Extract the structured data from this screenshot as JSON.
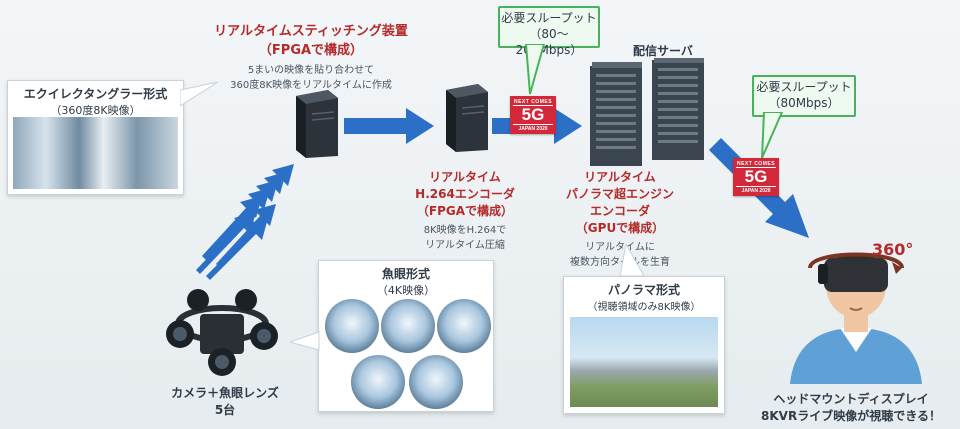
{
  "stitching": {
    "title": "リアルタイムスティッチング装置",
    "subtitle": "（FPGAで構成）",
    "desc1": "5まいの映像を貼り合わせて",
    "desc2": "360度8K映像をリアルタイムに作成"
  },
  "equirect": {
    "title": "エクイレクタングラー形式",
    "sub": "（360度8K映像）"
  },
  "throughput1": {
    "label": "必要スループット",
    "value": "（80～200Mbps）"
  },
  "server_label": "配信サーバ",
  "throughput2": {
    "label": "必要スループット",
    "value": "（80Mbps）"
  },
  "encoder_h264": {
    "l1": "リアルタイム",
    "l2": "H.264エンコーダ",
    "l3": "（FPGAで構成）",
    "d1": "8K映像をH.264で",
    "d2": "リアルタイム圧縮"
  },
  "encoder_pano": {
    "l1": "リアルタイム",
    "l2": "パノラマ超エンジン",
    "l3": "エンコーダ",
    "l4": "（GPUで構成）",
    "d1": "リアルタイムに",
    "d2": "複数方向タイルを生育"
  },
  "fisheye": {
    "title": "魚眼形式",
    "sub": "（4K映像）"
  },
  "panorama": {
    "title": "パノラマ形式",
    "sub": "（視聴領域のみ8K映像）"
  },
  "camera": {
    "l1": "カメラ＋魚眼レンズ",
    "l2": "5台"
  },
  "hmd": {
    "l1": "ヘッドマウントディスプレイ",
    "l2": "8KVRライブ映像が視聴できる！"
  },
  "rotation": "360°",
  "badge": {
    "top": "NEXT COMES",
    "main": "5G",
    "bottom": "JAPAN 2020"
  },
  "colors": {
    "arrow": "#2b6fc7",
    "title_red": "#b52a2a",
    "bubble_green": "#49b35b",
    "badge_red": "#d3283a"
  }
}
